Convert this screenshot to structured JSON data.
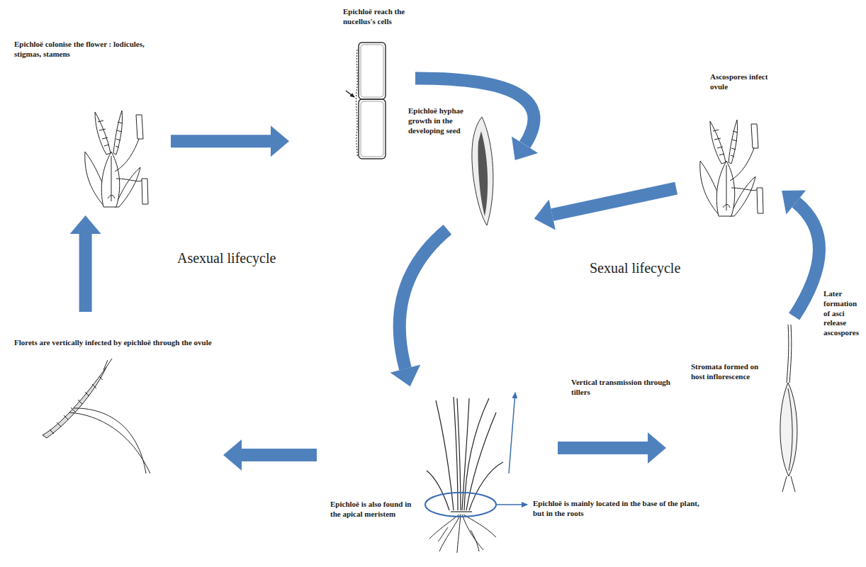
{
  "diagram": {
    "nodes": [
      {
        "text": [
          "Epichloë colonise the flower : lodicules, stigmas, stamens"
        ]
      },
      {
        "text": [
          "Epichloë reach the nucellus's cells"
        ]
      },
      {
        "text": [
          "Ascospores infect ovule"
        ]
      },
      {
        "text": [
          "Epichloë hyphae growth in the developing seed"
        ]
      },
      {
        "text": [
          "Epichloë is also found in the apical meristem"
        ]
      },
      {
        "text": [
          "Florets are vertically infected by epichloë through the ovule"
        ]
      },
      {
        "text": [
          "Stromata formed on host inflorescence"
        ]
      }
    ],
    "edges": [
      {
        "from": 0,
        "to": 1,
        "arrow": "to"
      },
      {
        "from": 1,
        "to": 3,
        "arrow": "to"
      },
      {
        "from": 2,
        "to": 3,
        "arrow": "to"
      },
      {
        "from": 3,
        "to": 4,
        "arrow": "to"
      },
      {
        "from": 4,
        "to": 5,
        "arrow": "to"
      },
      {
        "from": 5,
        "to": 0,
        "arrow": "to"
      },
      {
        "from": 4,
        "to": 6,
        "arrow": "to"
      },
      {
        "from": 6,
        "to": 2,
        "arrow": "to"
      }
    ],
    "labels": [
      "Asexual lifecycle",
      "Sexual lifecycle",
      "Vertical transmission through tillers",
      "Epichloë is mainly located in the base of the plant, but in the roots",
      "Later formation of asci release ascospores"
    ]
  }
}
